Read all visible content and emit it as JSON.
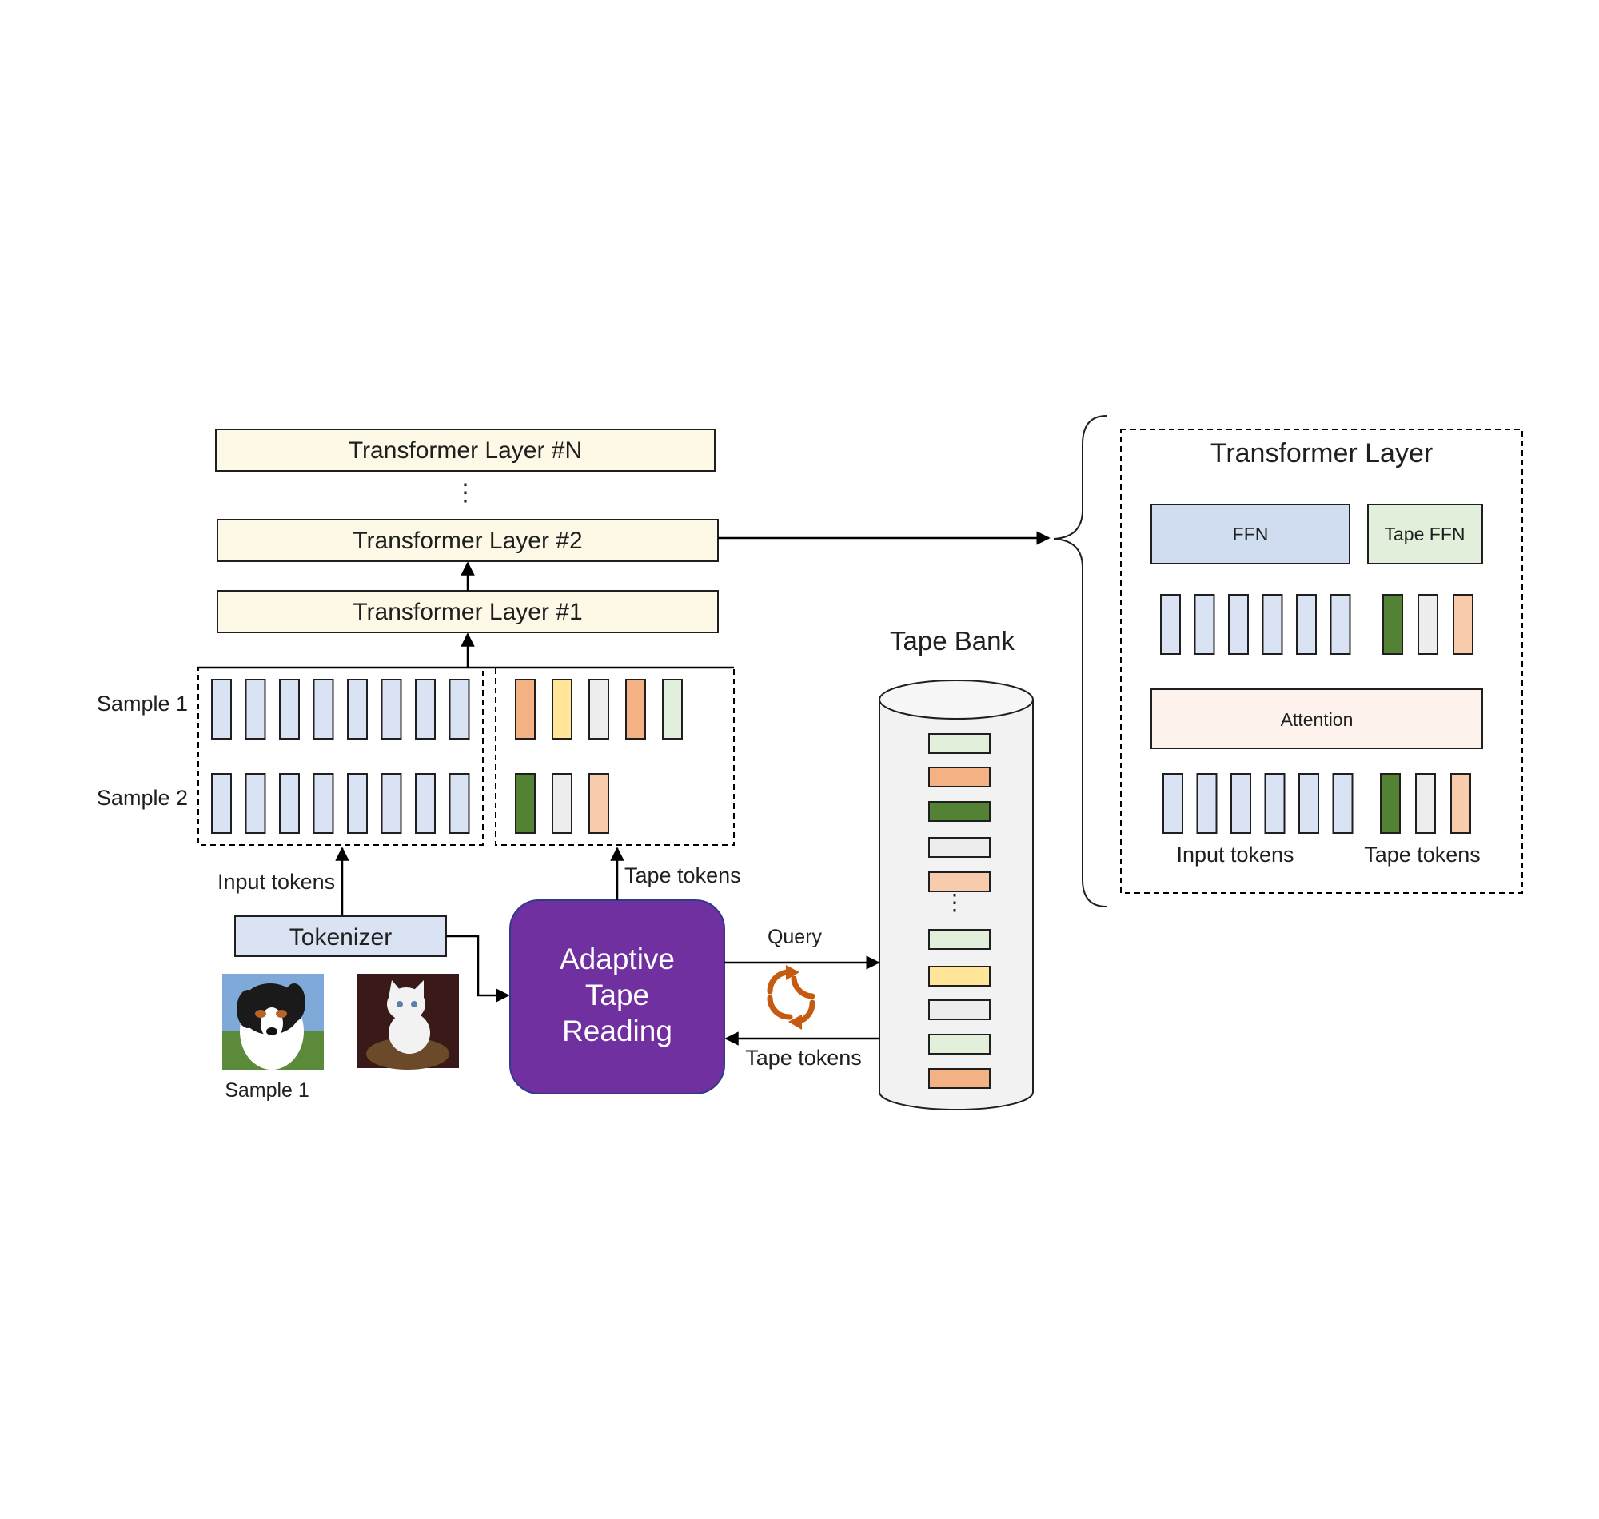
{
  "layers": {
    "layer_n": "Transformer Layer #N",
    "layer_2": "Transformer Layer #2",
    "layer_1": "Transformer Layer #1",
    "ellipsis": "⋮"
  },
  "samples": {
    "sample_1": "Sample 1",
    "sample_2": "Sample 2"
  },
  "tokens": {
    "input_tokens": "Input tokens",
    "tape_tokens_up": "Tape tokens",
    "tape_tokens_back": "Tape tokens",
    "sample1_rows": [
      "#f4b183",
      "#ffe699",
      "#ededed",
      "#f4b183",
      "#e2efda"
    ],
    "sample2_rows": [
      "#548235",
      "#ededed",
      "#f8cbad"
    ]
  },
  "tokenizer": {
    "label": "Tokenizer"
  },
  "images": {
    "caption": "Sample 1"
  },
  "adaptive": {
    "line1": "Adaptive",
    "line2": "Tape",
    "line3": "Reading",
    "color": "#7030a0"
  },
  "query": {
    "label": "Query"
  },
  "tape_bank": {
    "title": "Tape Bank",
    "ellipsis": "⋮",
    "top_tokens": [
      "#e2efda",
      "#f4b183",
      "#548235",
      "#ededed",
      "#f8cbad"
    ],
    "bottom_tokens": [
      "#e2efda",
      "#ffe699",
      "#ededed",
      "#e2efda",
      "#f4b183"
    ]
  },
  "detail": {
    "title": "Transformer Layer",
    "ffn": "FFN",
    "tape_ffn": "Tape FFN",
    "attention": "Attention",
    "input_tokens": "Input tokens",
    "tape_tokens": "Tape tokens",
    "tape_token_colors": [
      "#548235",
      "#ededed",
      "#f8cbad"
    ]
  },
  "colors": {
    "input_token": "#dae3f3",
    "layer_fill": "#fef9e7",
    "tokenizer_fill": "#dae3f3",
    "ffn_fill": "#d0dcef",
    "tape_ffn_fill": "#e2efda",
    "attention_fill": "#fdf3ec",
    "sync_icon": "#c55a11"
  }
}
